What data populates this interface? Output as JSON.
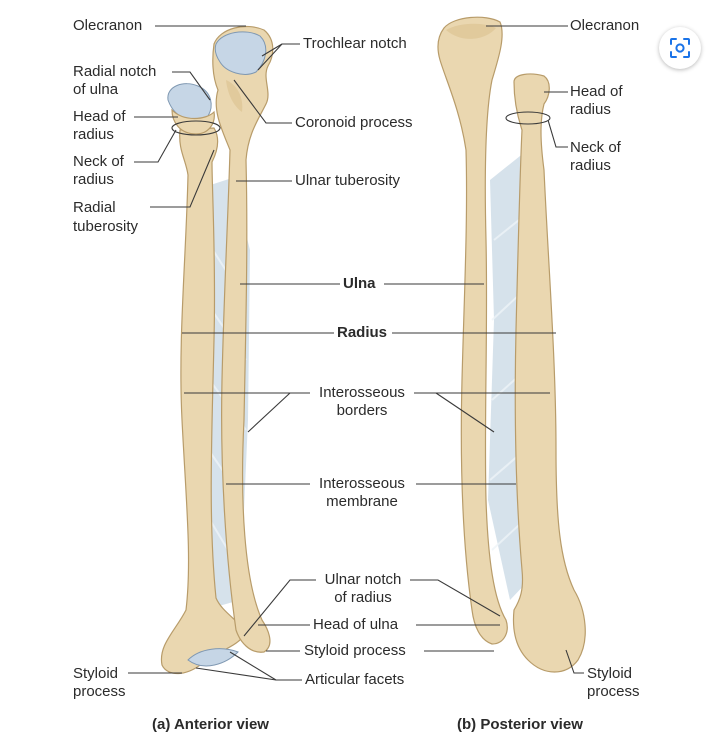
{
  "anterior": {
    "olecranon": "Olecranon",
    "trochlear_notch": "Trochlear notch",
    "radial_notch_1": "Radial notch",
    "radial_notch_2": "of ulna",
    "head_of_radius_1": "Head of",
    "head_of_radius_2": "radius",
    "neck_of_radius_1": "Neck of",
    "neck_of_radius_2": "radius",
    "radial_tuberosity_1": "Radial",
    "radial_tuberosity_2": "tuberosity",
    "coronoid_process": "Coronoid process",
    "ulnar_tuberosity": "Ulnar tuberosity",
    "styloid_process_1": "Styloid",
    "styloid_process_2": "process",
    "caption": "(a) Anterior view"
  },
  "center": {
    "ulna": "Ulna",
    "radius": "Radius",
    "interosseous_borders_1": "Interosseous",
    "interosseous_borders_2": "borders",
    "interosseous_membrane_1": "Interosseous",
    "interosseous_membrane_2": "membrane",
    "ulnar_notch_1": "Ulnar notch",
    "ulnar_notch_2": "of radius",
    "head_of_ulna": "Head of ulna",
    "styloid_process": "Styloid process",
    "articular_facets": "Articular facets"
  },
  "posterior": {
    "olecranon": "Olecranon",
    "head_of_radius_1": "Head of",
    "head_of_radius_2": "radius",
    "neck_of_radius_1": "Neck of",
    "neck_of_radius_2": "radius",
    "styloid_process_1": "Styloid",
    "styloid_process_2": "process",
    "caption": "(b) Posterior view"
  },
  "toolbar": {
    "lens_icon": "visual-search-icon"
  },
  "colors": {
    "bone": "#ead7b0",
    "cartilage": "#c6d6e6",
    "membrane": "#cfdde7",
    "leader": "#3a3a3a"
  }
}
